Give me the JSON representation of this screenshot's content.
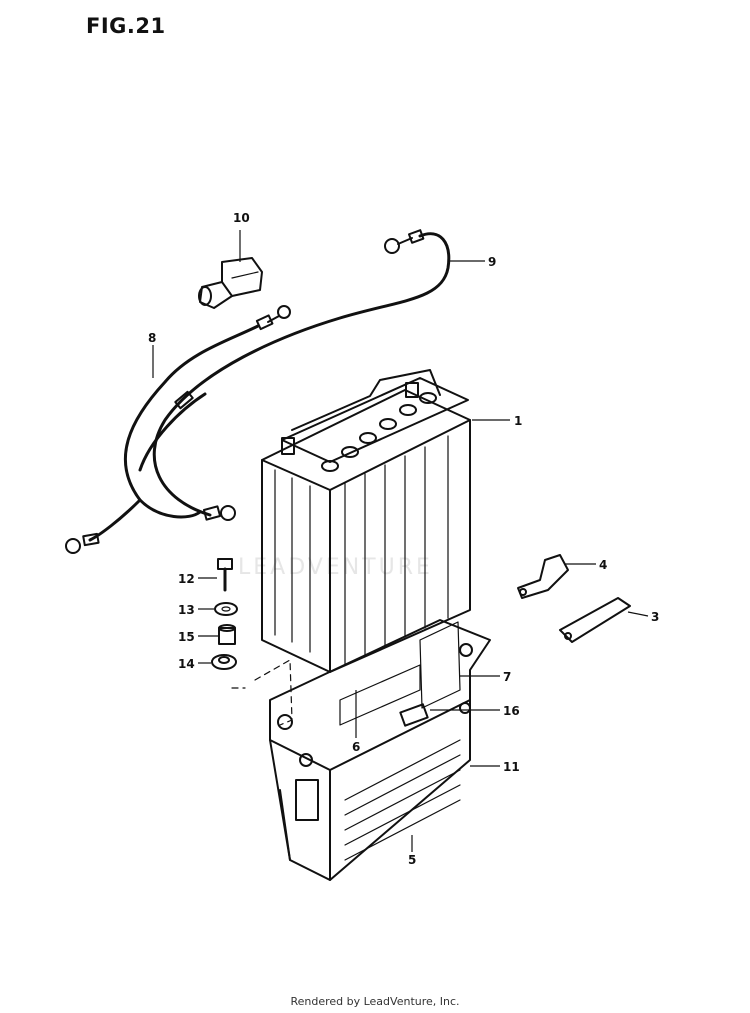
{
  "figure": {
    "title": "FIG.21"
  },
  "watermark": "LEADVENTURE",
  "callouts": {
    "c1": "1",
    "c3": "3",
    "c4": "4",
    "c5": "5",
    "c6": "6",
    "c7": "7",
    "c8": "8",
    "c9": "9",
    "c10": "10",
    "c11": "11",
    "c12": "12",
    "c13": "13",
    "c14": "14",
    "c15": "15",
    "c16": "16"
  },
  "footer": {
    "text": "Rendered by LeadVenture, Inc."
  }
}
